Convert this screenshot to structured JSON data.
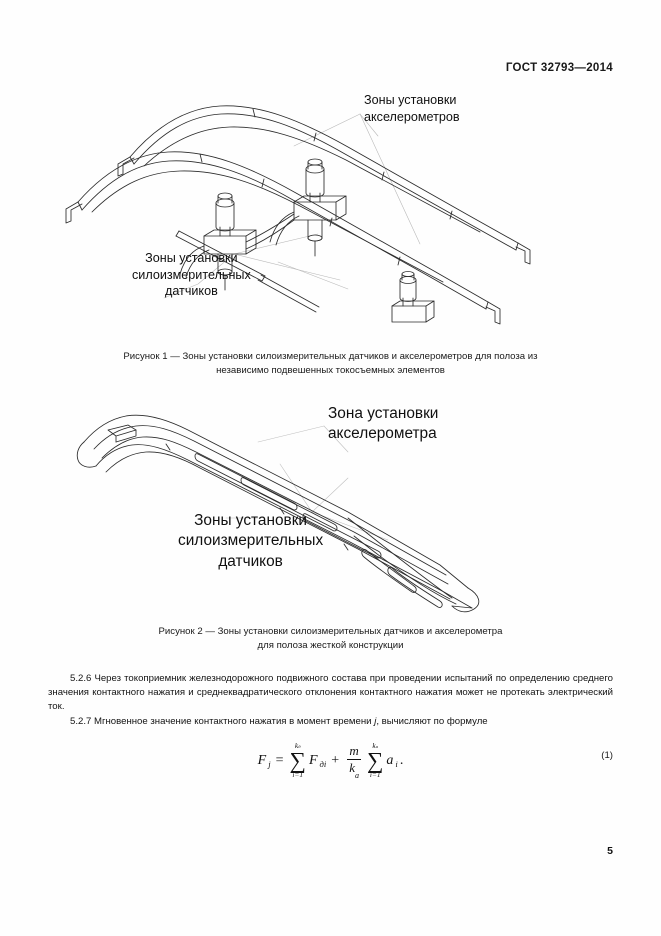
{
  "document": {
    "standard_header": "ГОСТ 32793—2014",
    "page_number": "5"
  },
  "figure1": {
    "annotations": {
      "accelerometers_line1": "Зоны установки",
      "accelerometers_line2": "акселерометров",
      "force_sensors_line1": "Зоны установки",
      "force_sensors_line2": "силоизмерительных",
      "force_sensors_line3": "датчиков"
    },
    "caption_line1": "Рисунок 1 — Зоны установки силоизмерительных датчиков и акселерометров для полоза из",
    "caption_line2": "независимо подвешенных токосъемных элементов"
  },
  "figure2": {
    "annotations": {
      "accelerometer_line1": "Зона установки",
      "accelerometer_line2": "акселерометра",
      "force_sensors_line1": "Зоны установки",
      "force_sensors_line2": "силоизмерительных",
      "force_sensors_line3": "датчиков"
    },
    "caption_line1": "Рисунок 2 — Зоны установки силоизмерительных датчиков и акселерометра",
    "caption_line2": "для полоза жесткой конструкции"
  },
  "body": {
    "clause_5_2_6": "5.2.6 Через токоприемник железнодорожного подвижного состава при проведении испытаний по определению среднего значения контактного нажатия и среднеквадратического отклонения контактного нажатия может не протекать электрический ток.",
    "clause_5_2_7_before": "5.2.7 Мгновенное значение контактного нажатия в момент времени ",
    "clause_5_2_7_italic": "j",
    "clause_5_2_7_after": ", вычисляют по формуле"
  },
  "formula": {
    "number": "(1)",
    "lhs_var": "F",
    "lhs_sub": "j",
    "equals": "=",
    "sum1_upper": "k",
    "sum1_upper_sub": "д",
    "sum1_lower": "i=1",
    "sum1_sigma": "∑",
    "term1_var": "F",
    "term1_sub": "дi",
    "plus": "+",
    "frac_num": "m",
    "frac_den_var": "k",
    "frac_den_sub": "а",
    "sum2_upper": "k",
    "sum2_upper_sub": "а",
    "sum2_lower": "i=1",
    "sum2_sigma": "∑",
    "term2_var": "a",
    "term2_sub": "i",
    "period": ".",
    "plain_text": "F_j = Σ(i=1..k_д) F_дi + (m/k_а) Σ(i=1..k_а) a_i ."
  }
}
